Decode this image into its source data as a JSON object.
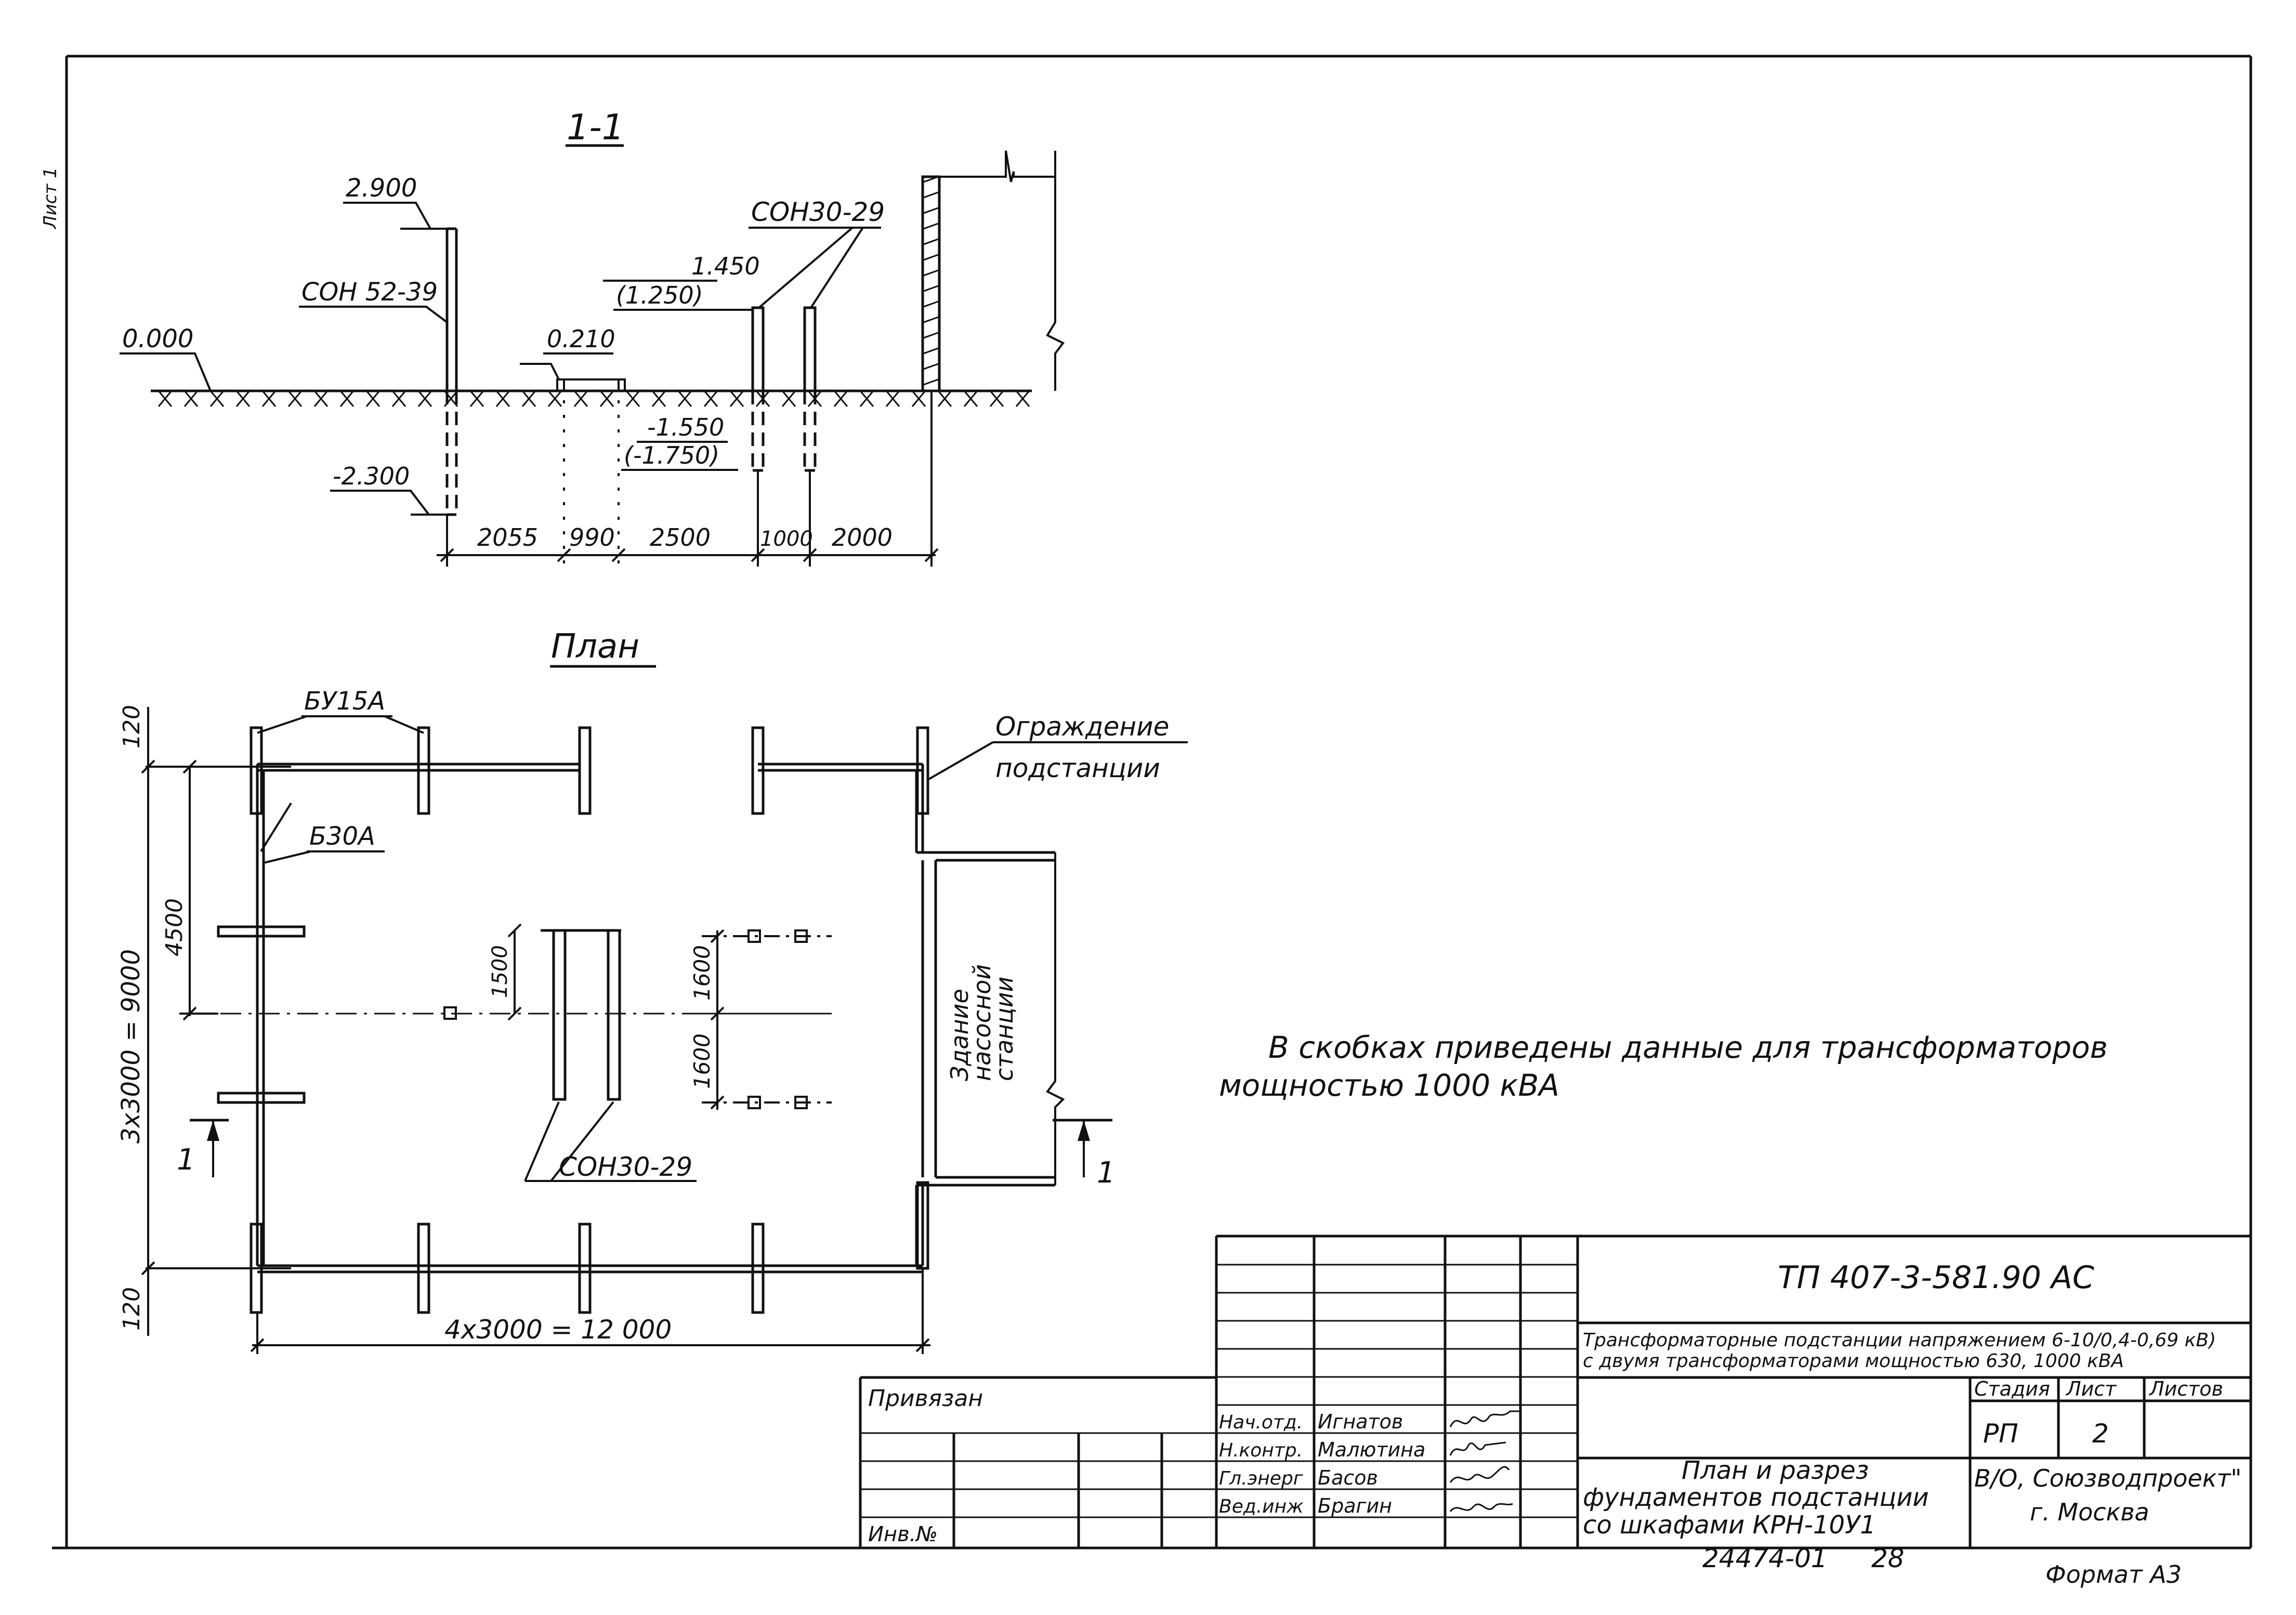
{
  "sheet_label": "Лист 1",
  "section": {
    "title": "1-1",
    "elev_top": "2.900",
    "post_big": "СОН 52-39",
    "elev_zero": "0.000",
    "elev_0210": "0.210",
    "elev_1450": "1.450",
    "elev_1250": "(1.250)",
    "post_small": "СОН30-29",
    "elev_m2300": "-2.300",
    "elev_m1550": "-1.550",
    "elev_m1750": "(-1.750)",
    "dims": [
      "2055",
      "990",
      "2500",
      "1000",
      "2000"
    ]
  },
  "plan": {
    "title": "План",
    "bu15a": "БУ15А",
    "b30a": "Б30А",
    "fence_l1": "Ограждение",
    "fence_l2": "подстанции",
    "dim_120_top": "120",
    "dim_120_bot": "120",
    "dim_4500": "4500",
    "dim_9000": "3х3000 = 9000",
    "dim_1500": "1500",
    "dim_1600a": "1600",
    "dim_1600b": "1600",
    "dim_12000": "4х3000 = 12 000",
    "post_label": "СОН30-29",
    "cut_left": "1",
    "cut_right": "1",
    "bldg_l1": "Здание",
    "bldg_l2": "насосной",
    "bldg_l3": "станции"
  },
  "note": {
    "line1": "В скобках приведены данные для трансформаторов",
    "line2": "мощностью 1000 кВА"
  },
  "stamp": {
    "code": "ТП 407-3-581.90 АС",
    "descr_l1": "Трансформаторные подстанции напряжением 6-10/0,4-0,69 кВ)",
    "descr_l2": "с двумя трансформаторами мощностью 630, 1000 кВА",
    "h_stage": "Стадия",
    "h_sheet": "Лист",
    "h_sheets": "Листов",
    "v_stage": "РП",
    "v_sheet": "2",
    "title_l1": "План и разрез",
    "title_l2": "фундаментов подстанции",
    "title_l3": "со шкафами КРН-10У1",
    "org_l1": "В/О, Союзводпроект\"",
    "org_l2": "г. Москва",
    "privyazan": "Привязан",
    "inv": "Инв.№",
    "roles": [
      "Нач.отд.",
      "Н.контр.",
      "Гл.энерг",
      "Вед.инж"
    ],
    "names": [
      "Игнатов",
      "Малютина",
      "Басов",
      "Брагин"
    ],
    "bottom_num": "24474-01",
    "bottom_page": "28",
    "format": "Формат А3"
  }
}
